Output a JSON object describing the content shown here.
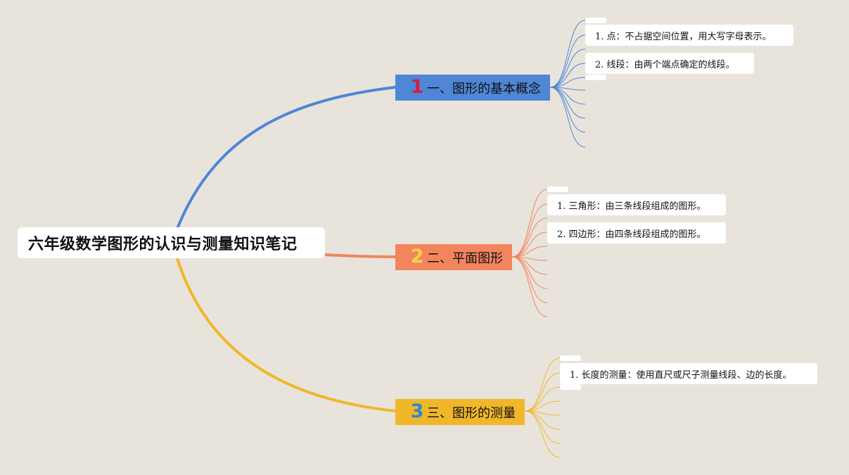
{
  "title": "六年级数学图形的认识与测量知识笔记",
  "colors": {
    "background": "#e8e4dc",
    "branch1": "#4f86d6",
    "branch2": "#f2855e",
    "branch3": "#f1b72a"
  },
  "branches": [
    {
      "number": "1",
      "label": "一、图形的基本概念",
      "items": [
        "1. 点：不占据空间位置，用大写字母表示。",
        "2. 线段：由两个端点确定的线段。"
      ]
    },
    {
      "number": "2",
      "label": "二、平面图形",
      "items": [
        "1. 三角形：由三条线段组成的图形。",
        "2. 四边形：由四条线段组成的图形。"
      ]
    },
    {
      "number": "3",
      "label": "三、图形的测量",
      "items": [
        "1. 长度的测量：使用直尺或尺子测量线段、边的长度。"
      ]
    }
  ]
}
